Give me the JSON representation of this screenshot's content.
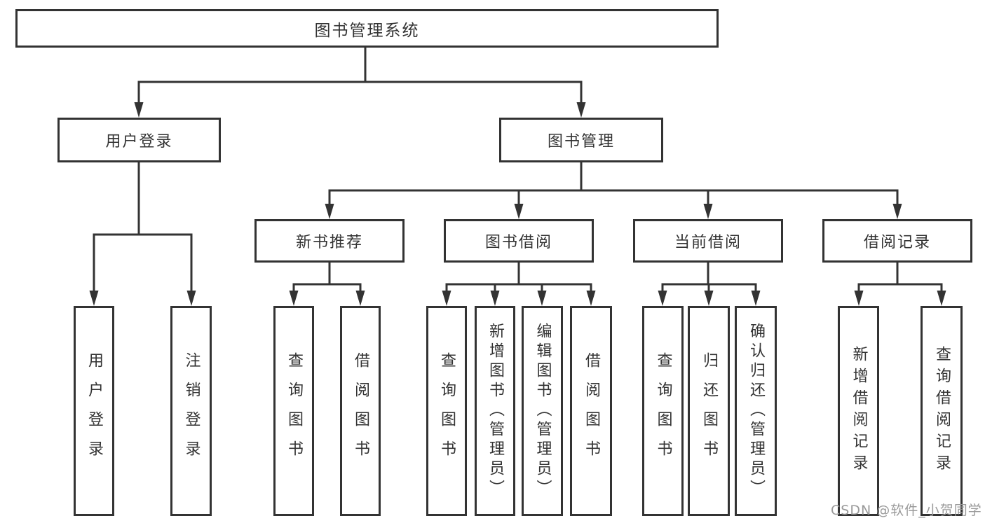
{
  "tree": {
    "root": {
      "label": "图书管理系统"
    },
    "branches": [
      {
        "label": "用户登录",
        "children": [
          {
            "label": "用户登录"
          },
          {
            "label": "注销登录"
          }
        ]
      },
      {
        "label": "图书管理",
        "children": [
          {
            "label": "新书推荐",
            "children": [
              {
                "label": "查询图书"
              },
              {
                "label": "借阅图书"
              }
            ]
          },
          {
            "label": "图书借阅",
            "children": [
              {
                "label": "查询图书"
              },
              {
                "label": "新增图书（管理员）"
              },
              {
                "label": "编辑图书（管理员）"
              },
              {
                "label": "借阅图书"
              }
            ]
          },
          {
            "label": "当前借阅",
            "children": [
              {
                "label": "查询图书"
              },
              {
                "label": "归还图书"
              },
              {
                "label": "确认归还（管理员）"
              }
            ]
          },
          {
            "label": "借阅记录",
            "children": [
              {
                "label": "新增借阅记录"
              },
              {
                "label": "查询借阅记录"
              }
            ]
          }
        ]
      }
    ]
  },
  "watermark": {
    "text": "CSDN @软件_小贺同学"
  },
  "colors": {
    "line": "#333333",
    "text": "#333333",
    "watermark": "#9a9a9a",
    "background": "#ffffff"
  }
}
